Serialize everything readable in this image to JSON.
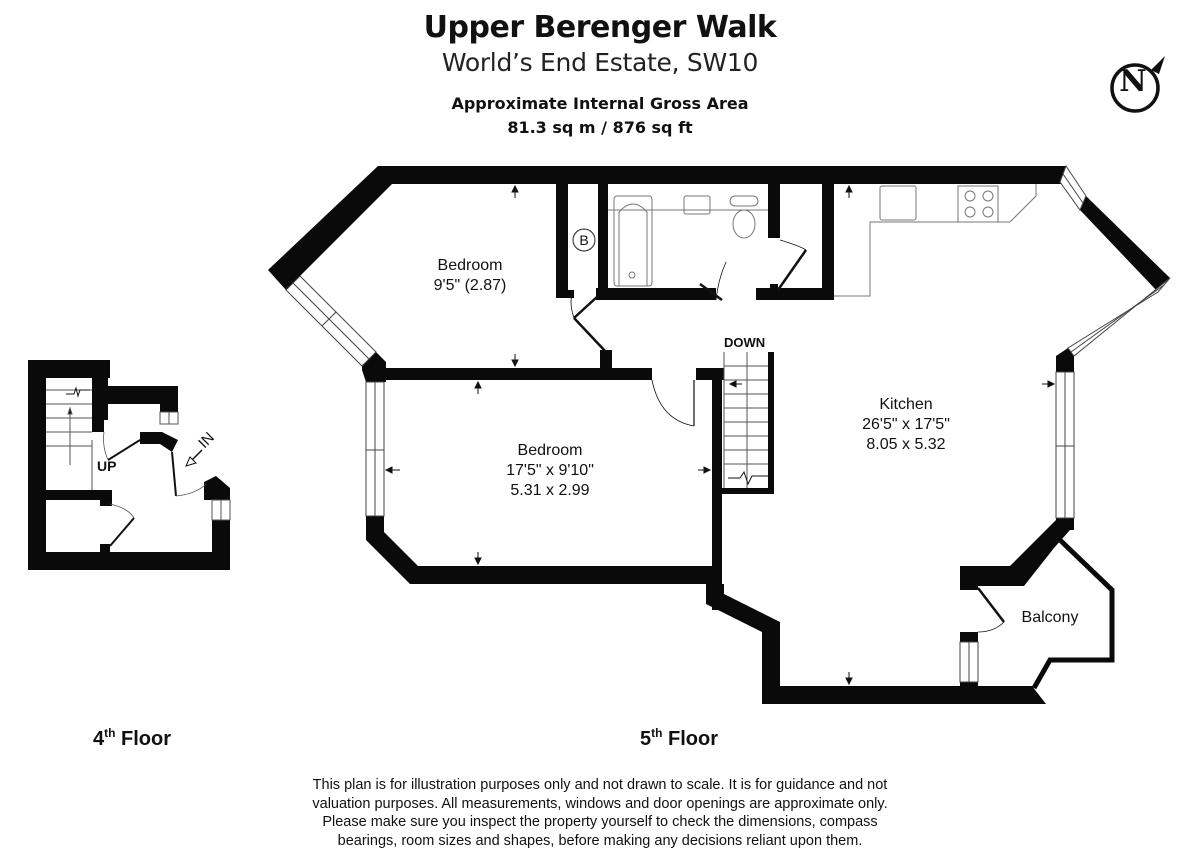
{
  "header": {
    "title": "Upper Berenger Walk",
    "subtitle": "World’s End Estate, SW10",
    "area_label": "Approximate Internal Gross Area",
    "area_value": "81.3 sq m / 876 sq ft"
  },
  "compass": {
    "icon": "north-compass-icon",
    "letter": "N"
  },
  "rooms": {
    "bedroom_small": {
      "name": "Bedroom",
      "dims_line1": "9'5\" (2.87)"
    },
    "bedroom_large": {
      "name": "Bedroom",
      "dims_line1": "17'5\" x 9'10\"",
      "dims_line2": "5.31 x 2.99"
    },
    "kitchen": {
      "name": "Kitchen",
      "dims_line1": "26'5\" x 17'5\"",
      "dims_line2": "8.05 x 5.32"
    },
    "balcony": {
      "name": "Balcony"
    },
    "boiler": {
      "label": "B"
    }
  },
  "stairs": {
    "down_label": "DOWN",
    "up_label": "UP",
    "entry_label": "IN"
  },
  "floors": {
    "fourth": {
      "number": "4",
      "suffix": "th",
      "word": "Floor"
    },
    "fifth": {
      "number": "5",
      "suffix": "th",
      "word": "Floor"
    }
  },
  "disclaimer": {
    "line1": "This plan is for illustration purposes only and not drawn to scale. It is for guidance and not",
    "line2": "valuation purposes. All measurements, windows and door openings are approximate only.",
    "line3": "Please make sure you inspect the property yourself to check the dimensions, compass",
    "line4": "bearings, room sizes and shapes, before making any decisions reliant upon them."
  },
  "colors": {
    "wall": "#0a0a0a",
    "line": "#555555",
    "background": "#ffffff"
  }
}
